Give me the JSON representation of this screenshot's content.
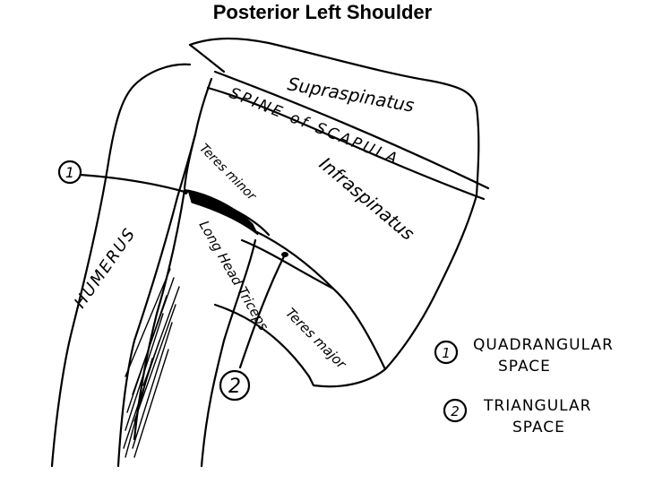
{
  "title": "Posterior Left Shoulder",
  "labels": {
    "supraspinatus": "Supraspinatus",
    "spine_of_scapula": "SPINE of SCAPULA",
    "infraspinatus": "Infraspinatus",
    "teres_minor": "Teres minor",
    "long_head_triceps": "Long Head Triceps",
    "humerus": "HUMERUS",
    "teres_major": "Teres major"
  },
  "markers": {
    "one": "1",
    "two": "2"
  },
  "legend": [
    {
      "number": "1",
      "text_line1": "QUADRANGULAR",
      "text_line2": "SPACE"
    },
    {
      "number": "2",
      "text_line1": "TRIANGULAR",
      "text_line2": "SPACE"
    }
  ]
}
